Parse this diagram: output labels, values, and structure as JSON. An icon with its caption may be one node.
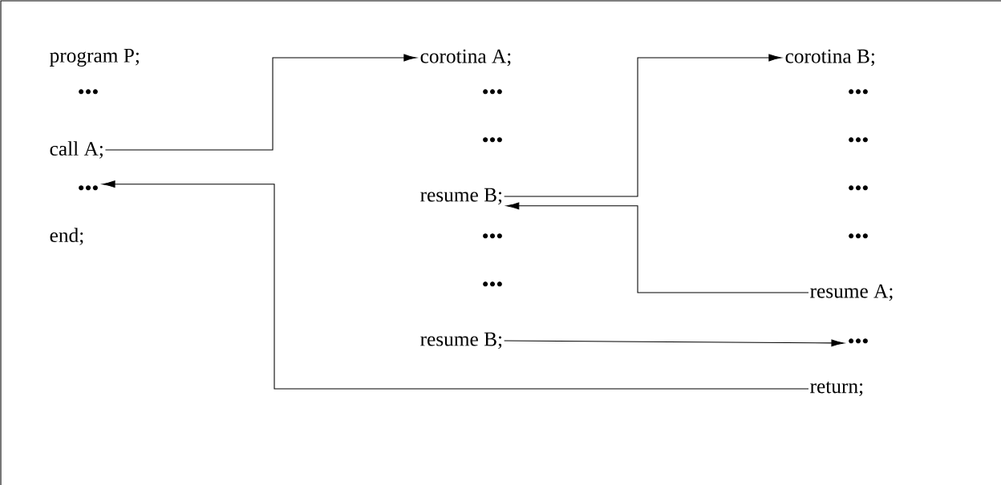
{
  "diagram": {
    "nodes": [
      {
        "text": [
          "call A;"
        ]
      },
      {
        "text": [
          "•••"
        ]
      },
      {
        "text": [
          "corotina A;"
        ]
      },
      {
        "text": [
          "resume B;"
        ]
      },
      {
        "text": [
          "resume B;"
        ]
      },
      {
        "text": [
          "corotina B;"
        ]
      },
      {
        "text": [
          "resume A;"
        ]
      },
      {
        "text": [
          "•••"
        ]
      },
      {
        "text": [
          "return;"
        ]
      }
    ],
    "edges": [
      {
        "from": 0,
        "to": 2,
        "arrow": "to"
      },
      {
        "from": 3,
        "to": 5,
        "arrow": "to"
      },
      {
        "from": 6,
        "to": 3,
        "arrow": "to"
      },
      {
        "from": 4,
        "to": 7,
        "arrow": "to"
      },
      {
        "from": 8,
        "to": 1,
        "arrow": "to"
      }
    ],
    "labels": [
      "program P;",
      "•••",
      "end;",
      "•••",
      "•••",
      "•••",
      "•••",
      "•••",
      "•••",
      "•••",
      "•••"
    ]
  }
}
